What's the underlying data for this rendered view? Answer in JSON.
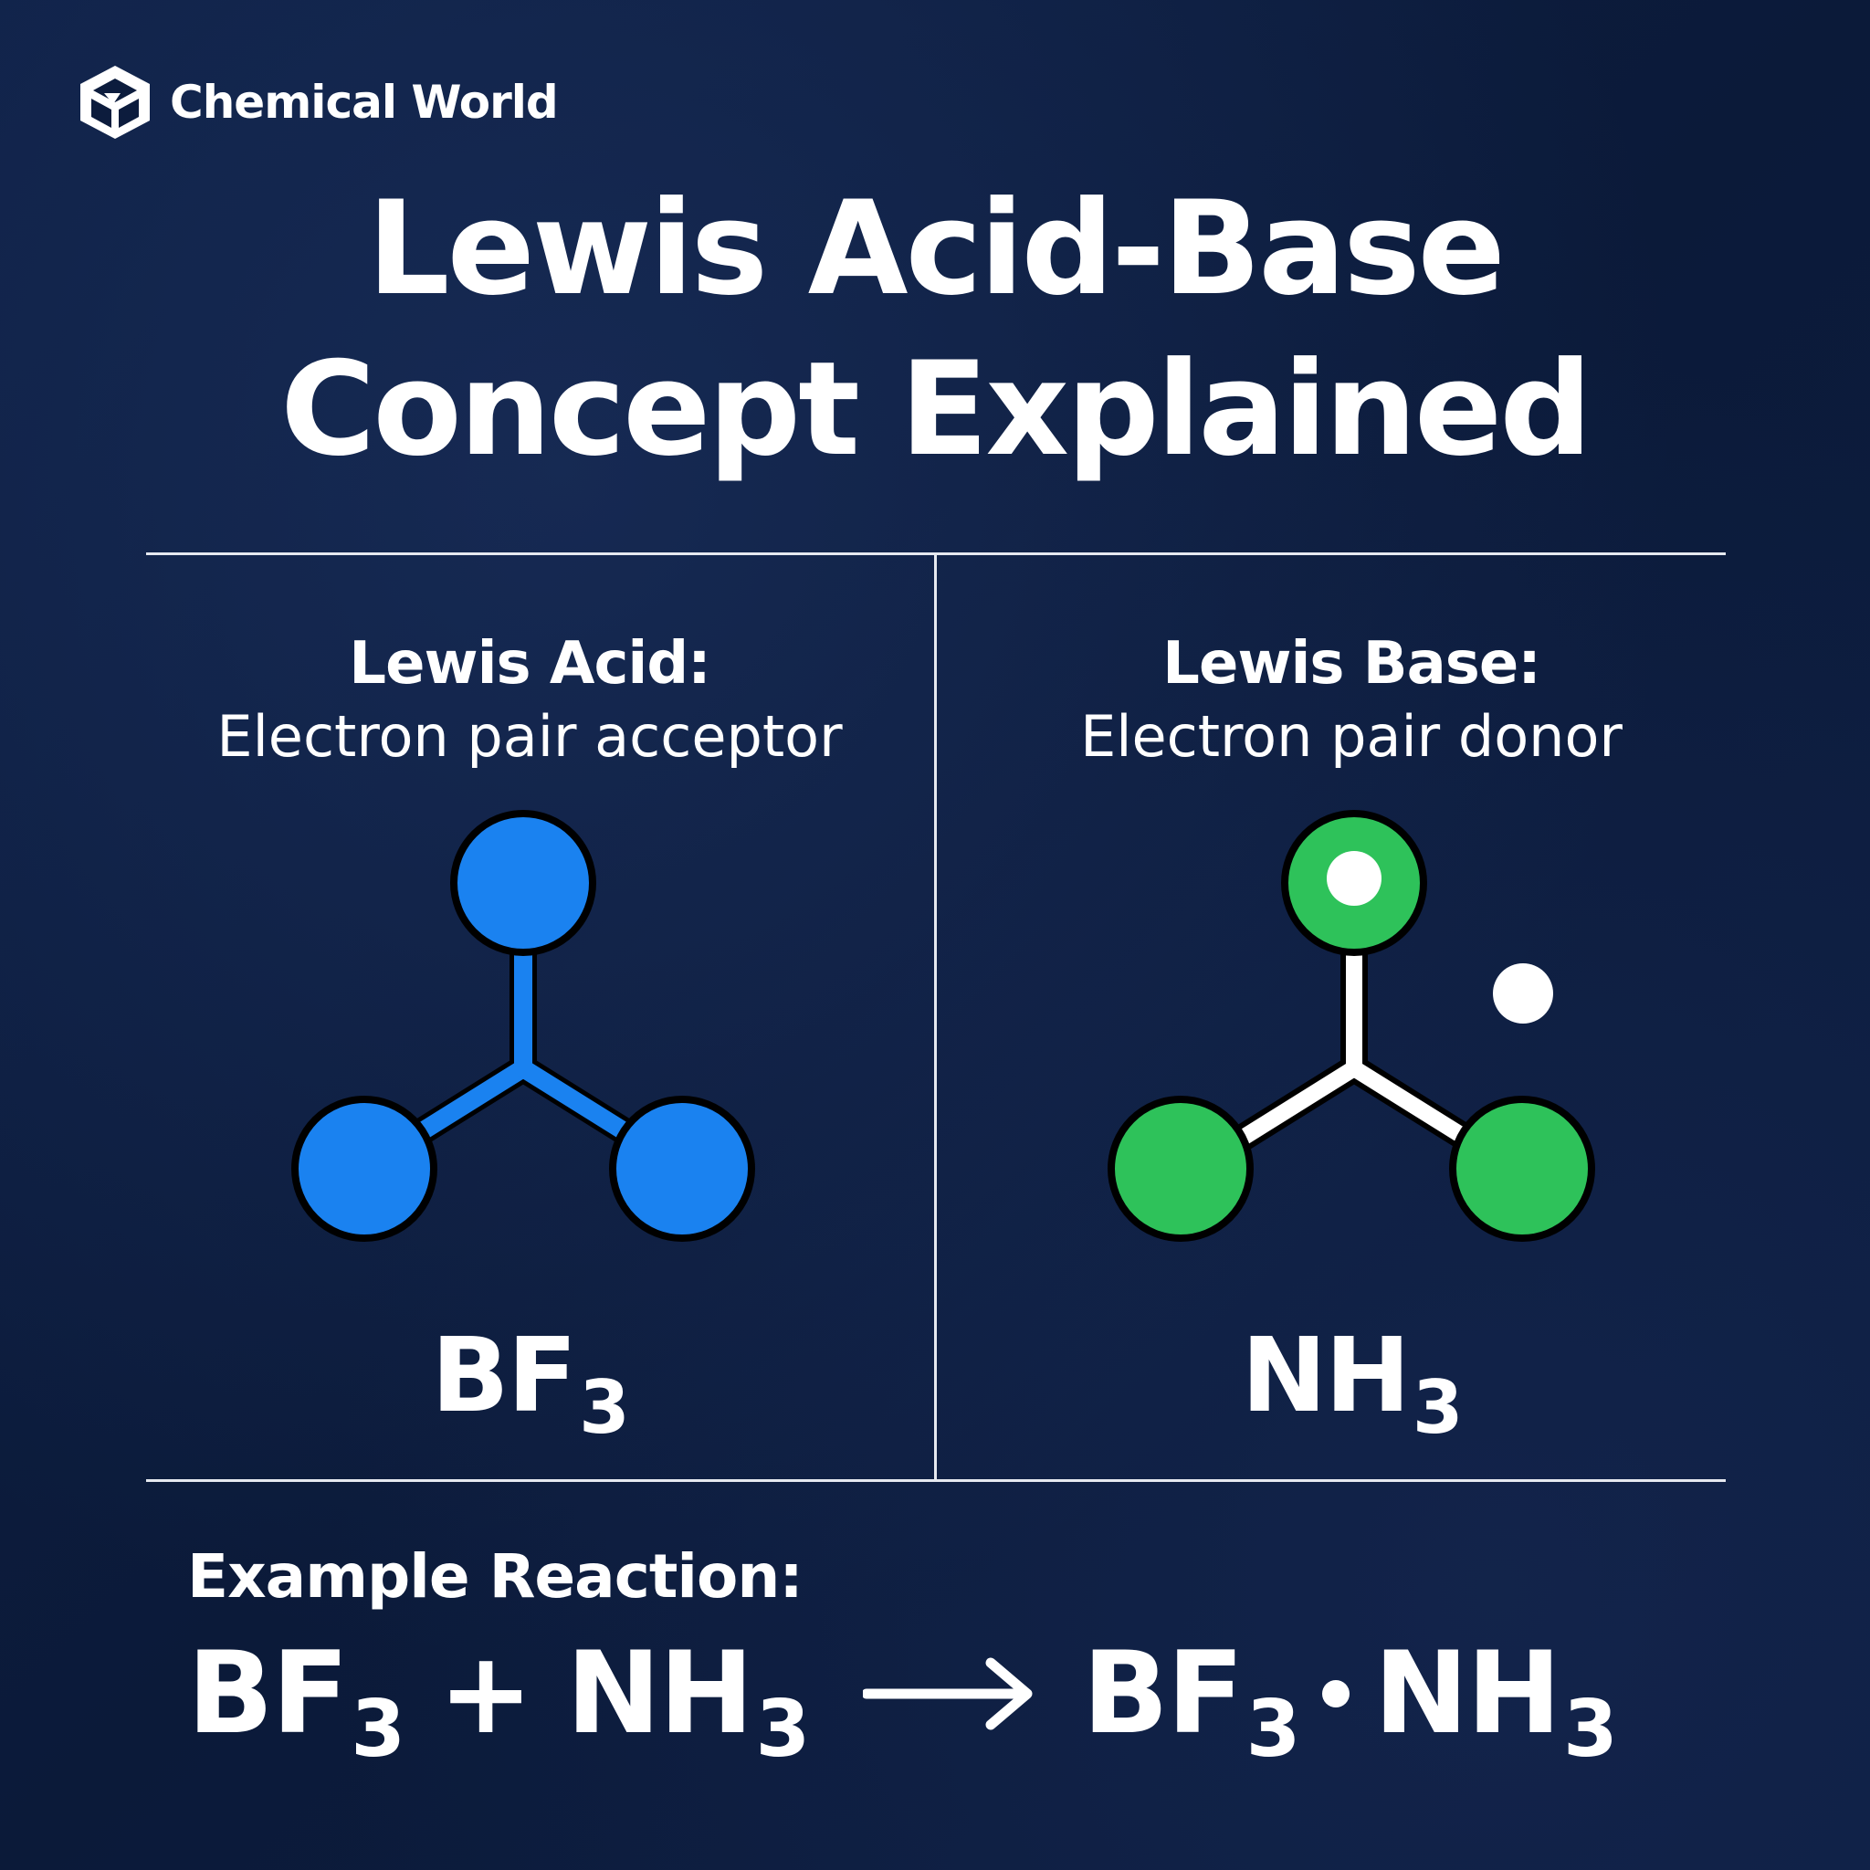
{
  "brand": {
    "name": "Chemical World",
    "icon": "cube-logo-icon"
  },
  "title": {
    "line1": "Lewis Acid-Base",
    "line2": "Concept Explained"
  },
  "acid": {
    "heading": "Lewis Acid:",
    "description": "Electron pair acceptor",
    "formula_main": "BF",
    "formula_sub": "3",
    "color": "#1a82f0"
  },
  "base": {
    "heading": "Lewis Base:",
    "description": "Electron pair donor",
    "formula_main": "NH",
    "formula_sub": "3",
    "color": "#2ec25a"
  },
  "example": {
    "label": "Example Reaction:",
    "reactant1_main": "BF",
    "reactant1_sub": "3",
    "plus": "+",
    "reactant2_main": "NH",
    "reactant2_sub": "3",
    "product_a_main": "BF",
    "product_a_sub": "3",
    "product_b_main": "NH",
    "product_b_sub": "3"
  },
  "colors": {
    "background": "#0c1c3d",
    "text": "#ffffff",
    "divider": "#e6e9f0"
  }
}
